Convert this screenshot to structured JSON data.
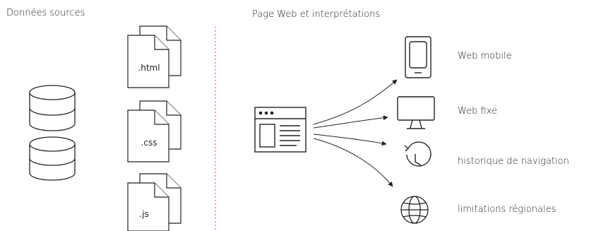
{
  "sources": {
    "title": "Données sources",
    "files": [
      {
        "name": ".html",
        "icon": "html-file-icon"
      },
      {
        "name": ".css",
        "icon": "css-file-icon"
      },
      {
        "name": ".js",
        "icon": "js-file-icon"
      }
    ],
    "database_icon": "database-icon"
  },
  "outputs": {
    "title": "Page Web et interprétations",
    "browser_icon": "browser-window-icon",
    "items": [
      {
        "label": "Web mobile",
        "icon": "mobile-phone-icon"
      },
      {
        "label": "Web fixe",
        "icon": "desktop-monitor-icon"
      },
      {
        "label": "historique de navigation",
        "icon": "history-clock-icon"
      },
      {
        "label": "limitations régionales",
        "icon": "globe-icon"
      }
    ]
  },
  "colors": {
    "line": "#222222",
    "divider": "#e04040"
  }
}
